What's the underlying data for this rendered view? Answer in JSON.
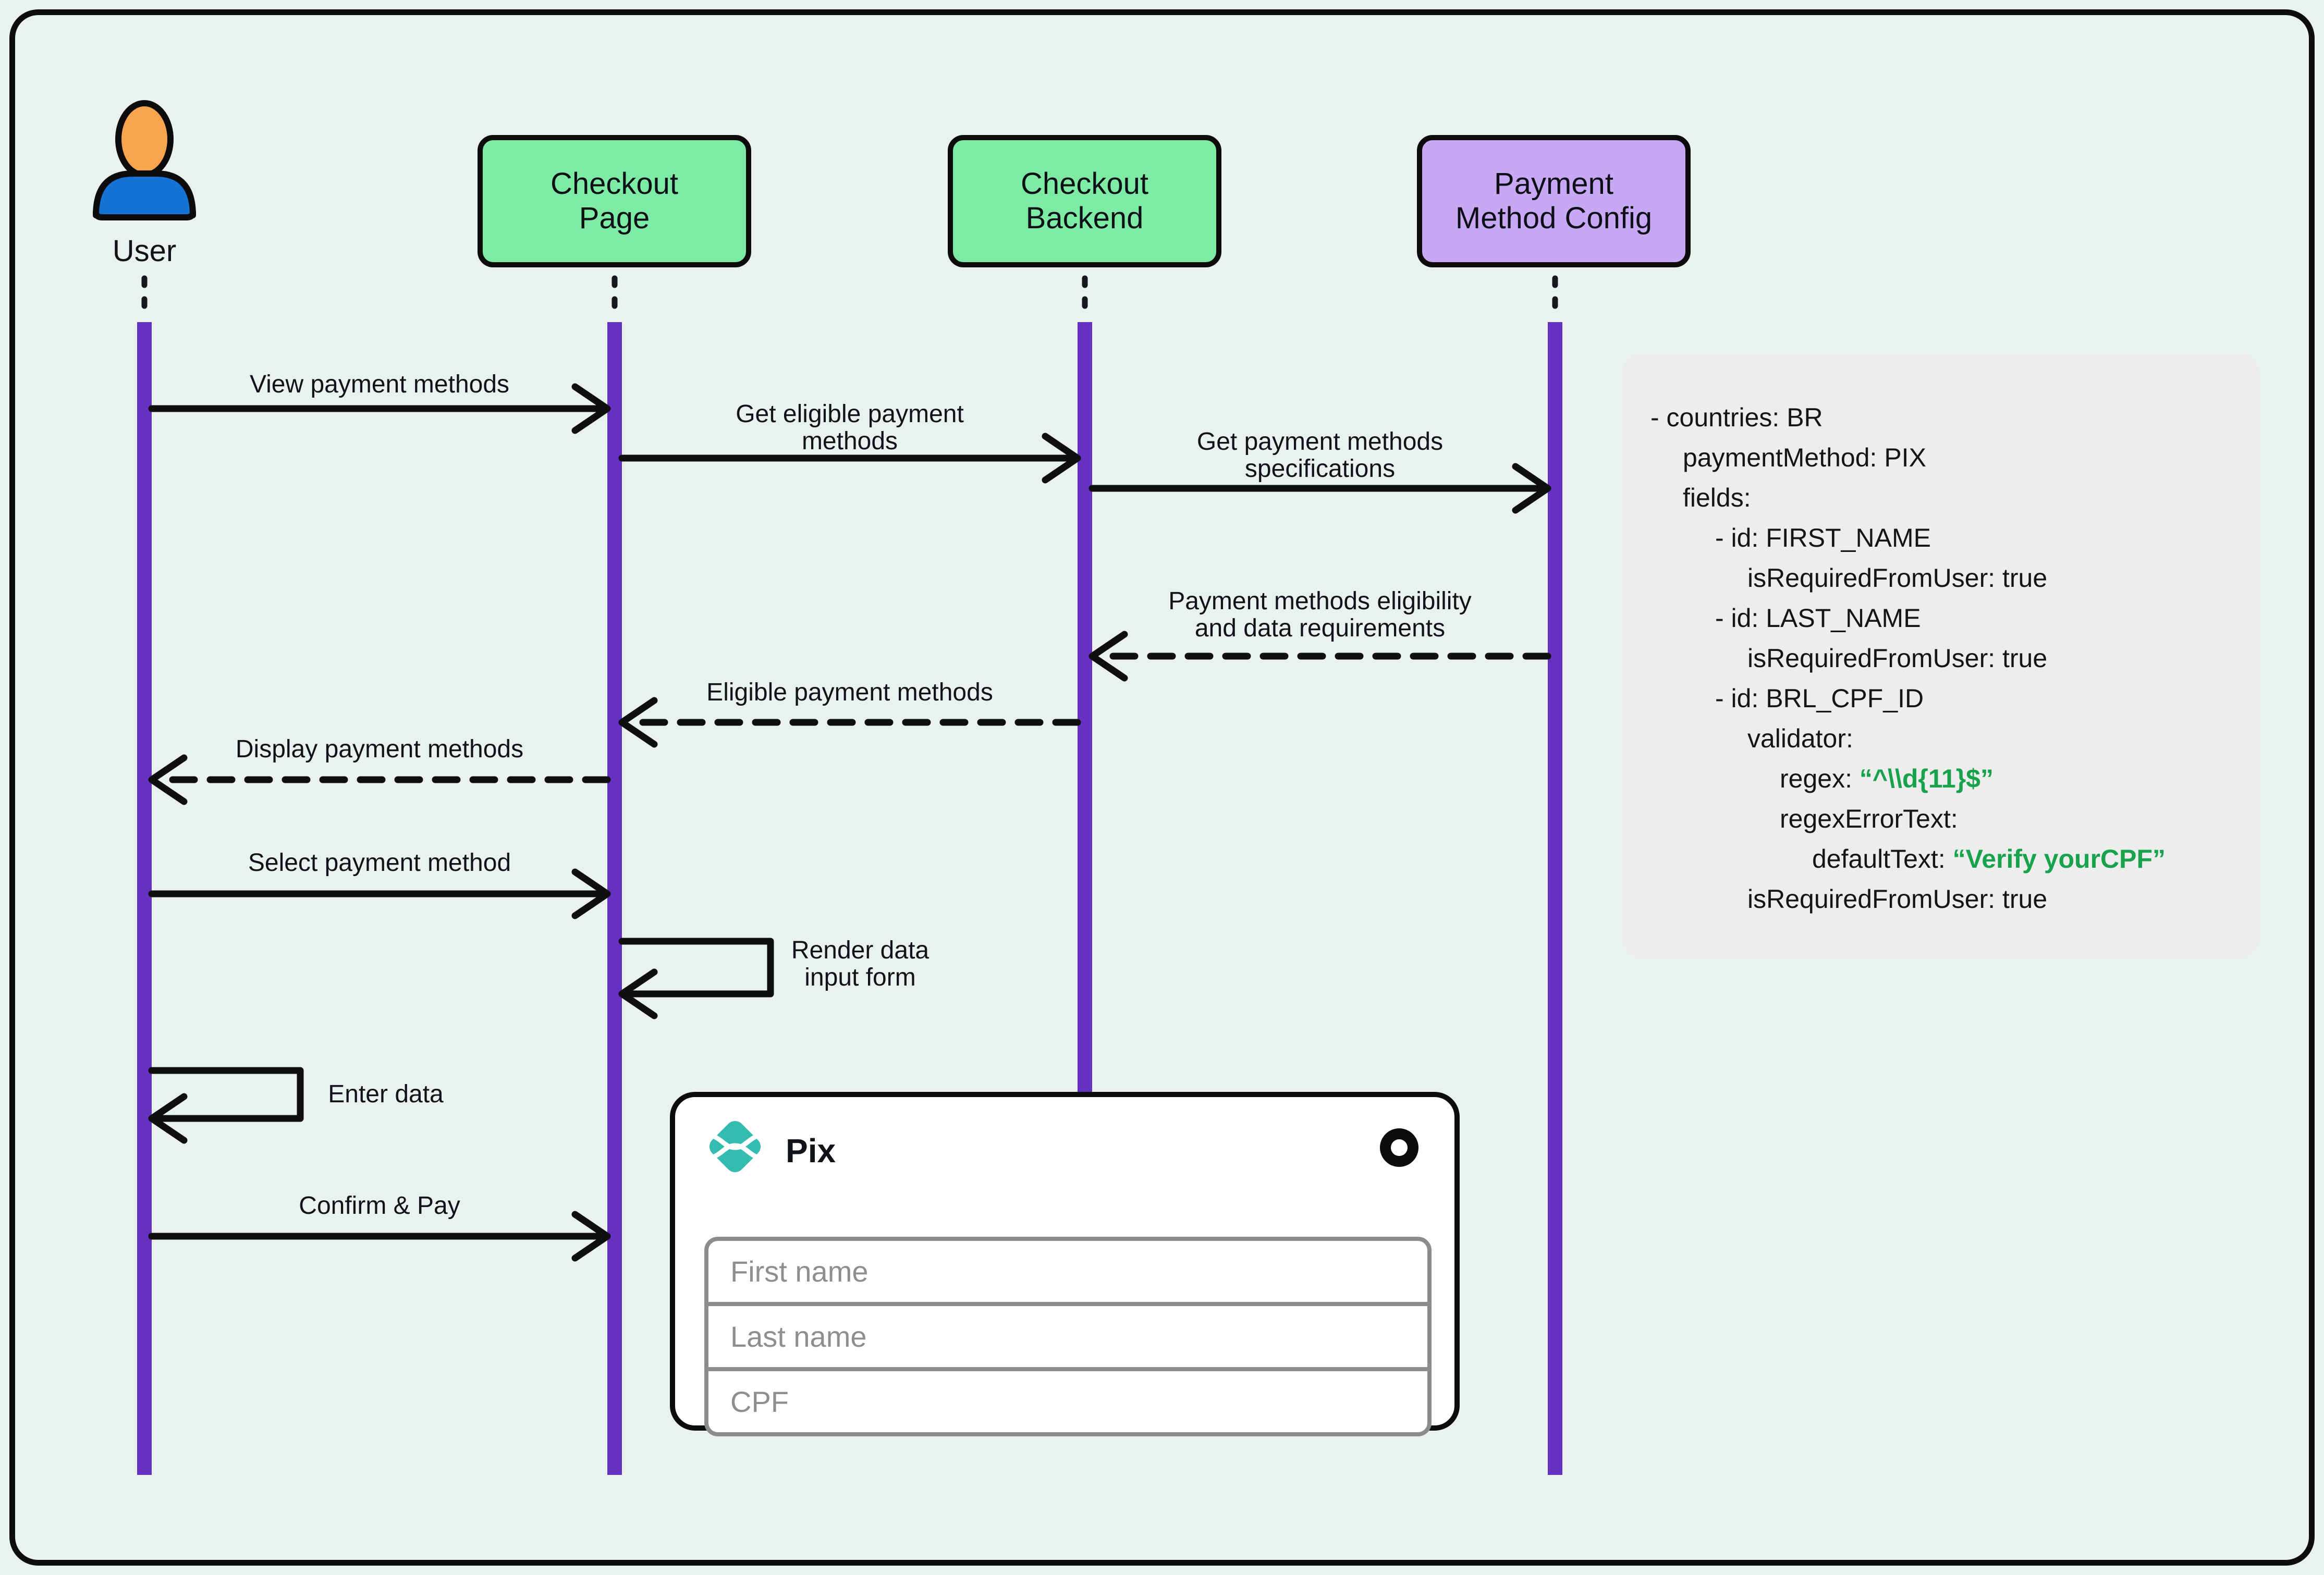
{
  "colors": {
    "background": "#e9f2ee",
    "frame": "#0d0d0d",
    "lifeline_purple": "#6630c0",
    "actor_green": "#7deba4",
    "actor_purple": "#c8a8f5",
    "config_green": "#17a24b",
    "pix_teal": "#35bcb1",
    "user_head_orange": "#f7a44e",
    "user_body_blue": "#1573d3"
  },
  "actors": {
    "user": {
      "label": "User"
    },
    "checkout_page": {
      "label": "Checkout\nPage"
    },
    "checkout_backend": {
      "label": "Checkout\nBackend"
    },
    "payment_method_config": {
      "label": "Payment\nMethod Config"
    }
  },
  "messages": [
    {
      "label": "View payment methods",
      "from": "user",
      "to": "checkout_page",
      "style": "solid"
    },
    {
      "label": "Get eligible payment\nmethods",
      "from": "checkout_page",
      "to": "checkout_backend",
      "style": "solid"
    },
    {
      "label": "Get payment methods\nspecifications",
      "from": "checkout_backend",
      "to": "payment_method_config",
      "style": "solid"
    },
    {
      "label": "Payment methods eligibility\nand data requirements",
      "from": "payment_method_config",
      "to": "checkout_backend",
      "style": "dashed"
    },
    {
      "label": "Eligible payment methods",
      "from": "checkout_backend",
      "to": "checkout_page",
      "style": "dashed"
    },
    {
      "label": "Display payment methods",
      "from": "checkout_page",
      "to": "user",
      "style": "dashed"
    },
    {
      "label": "Select payment method",
      "from": "user",
      "to": "checkout_page",
      "style": "solid"
    },
    {
      "label": "Render data\ninput form",
      "from": "checkout_page",
      "to": "checkout_page",
      "style": "self"
    },
    {
      "label": "Enter data",
      "from": "user",
      "to": "user",
      "style": "self"
    },
    {
      "label": "Confirm & Pay",
      "from": "user",
      "to": "checkout_page",
      "style": "solid"
    }
  ],
  "config_panel": {
    "lines": [
      {
        "text": "- countries: BR"
      },
      {
        "text": "paymentMethod: PIX"
      },
      {
        "text": "fields:"
      },
      {
        "text": "- id: FIRST_NAME"
      },
      {
        "text": "isRequiredFromUser: true"
      },
      {
        "text": "- id: LAST_NAME"
      },
      {
        "text": "isRequiredFromUser: true"
      },
      {
        "text": "- id: BRL_CPF_ID"
      },
      {
        "text": "validator:"
      },
      {
        "text": "regex: ",
        "value": "“^\\\\d{11}$”"
      },
      {
        "text": "regexErrorText:"
      },
      {
        "text": "defaultText: ",
        "value": "“Verify yourCPF”"
      },
      {
        "text": "isRequiredFromUser: true"
      }
    ]
  },
  "pix_card": {
    "title": "Pix",
    "fields": [
      {
        "placeholder": "First name"
      },
      {
        "placeholder": "Last name"
      },
      {
        "placeholder": "CPF"
      }
    ]
  }
}
